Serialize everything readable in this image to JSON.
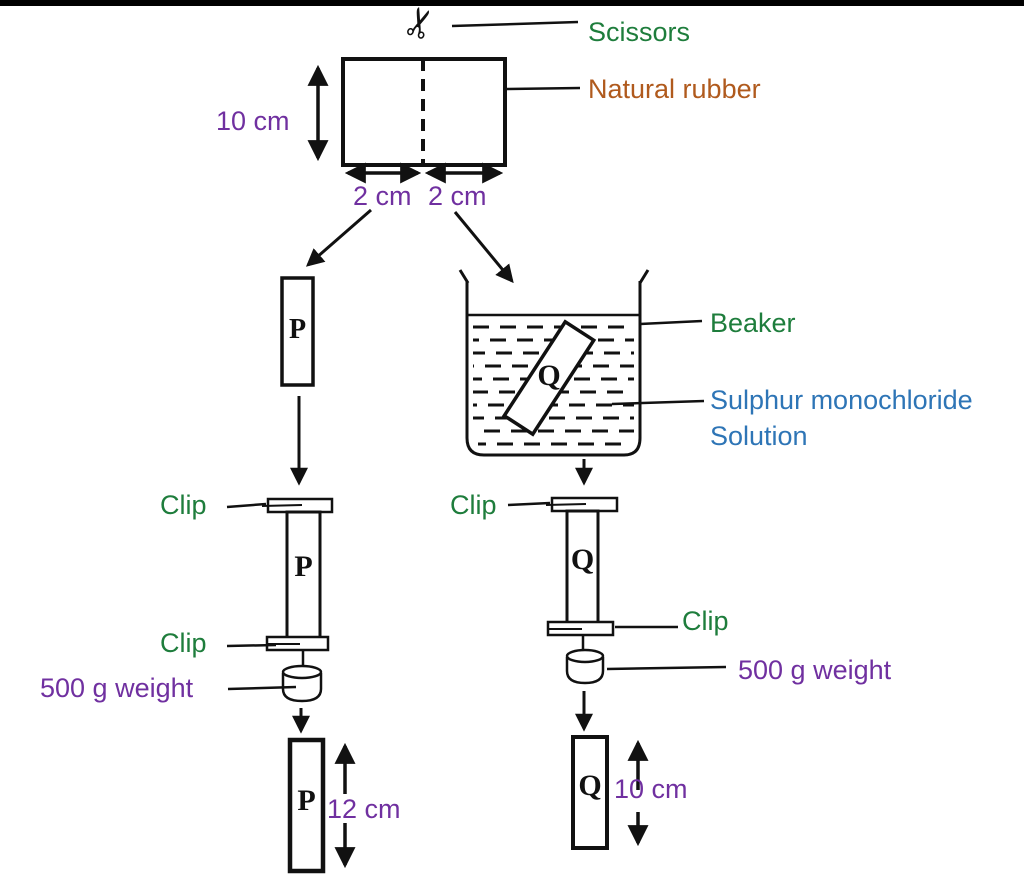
{
  "labels": {
    "scissors": "Scissors",
    "natural_rubber": "Natural rubber",
    "beaker": "Beaker",
    "solution_line1": "Sulphur monochloride",
    "solution_line2": "Solution",
    "clip": "Clip",
    "weight": "500 g weight"
  },
  "measurements": {
    "sheet_height": "10 cm",
    "cut_left": "2 cm",
    "cut_right": "2 cm",
    "strip_p_final_length": "12 cm",
    "strip_q_final_length": "10 cm"
  },
  "strips": {
    "p": "P",
    "q": "Q"
  },
  "icons": {
    "scissors_glyph": "✂"
  },
  "colors": {
    "label_green": "#1e7d3c",
    "label_brown": "#b05a1d",
    "label_purple": "#7030a0",
    "label_blue": "#2e75b6",
    "ink": "#111111"
  }
}
